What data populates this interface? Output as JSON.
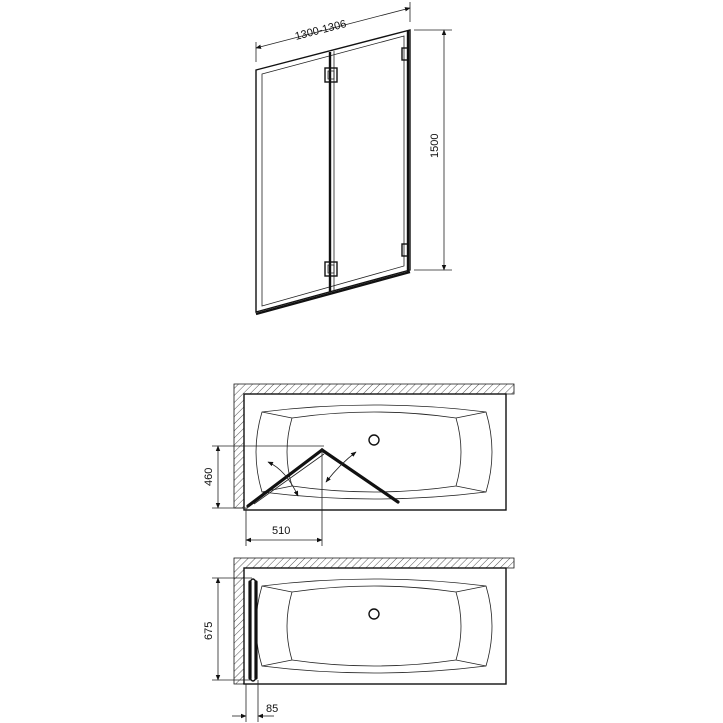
{
  "front_view": {
    "width_label": "1300-1306",
    "height_label": "1500"
  },
  "plan_open": {
    "depth_label": "460",
    "reach_label": "510"
  },
  "plan_folded": {
    "length_label": "675",
    "thickness_label": "85"
  },
  "colors": {
    "line": "#111111",
    "hatch": "#555555",
    "background": "#ffffff"
  }
}
